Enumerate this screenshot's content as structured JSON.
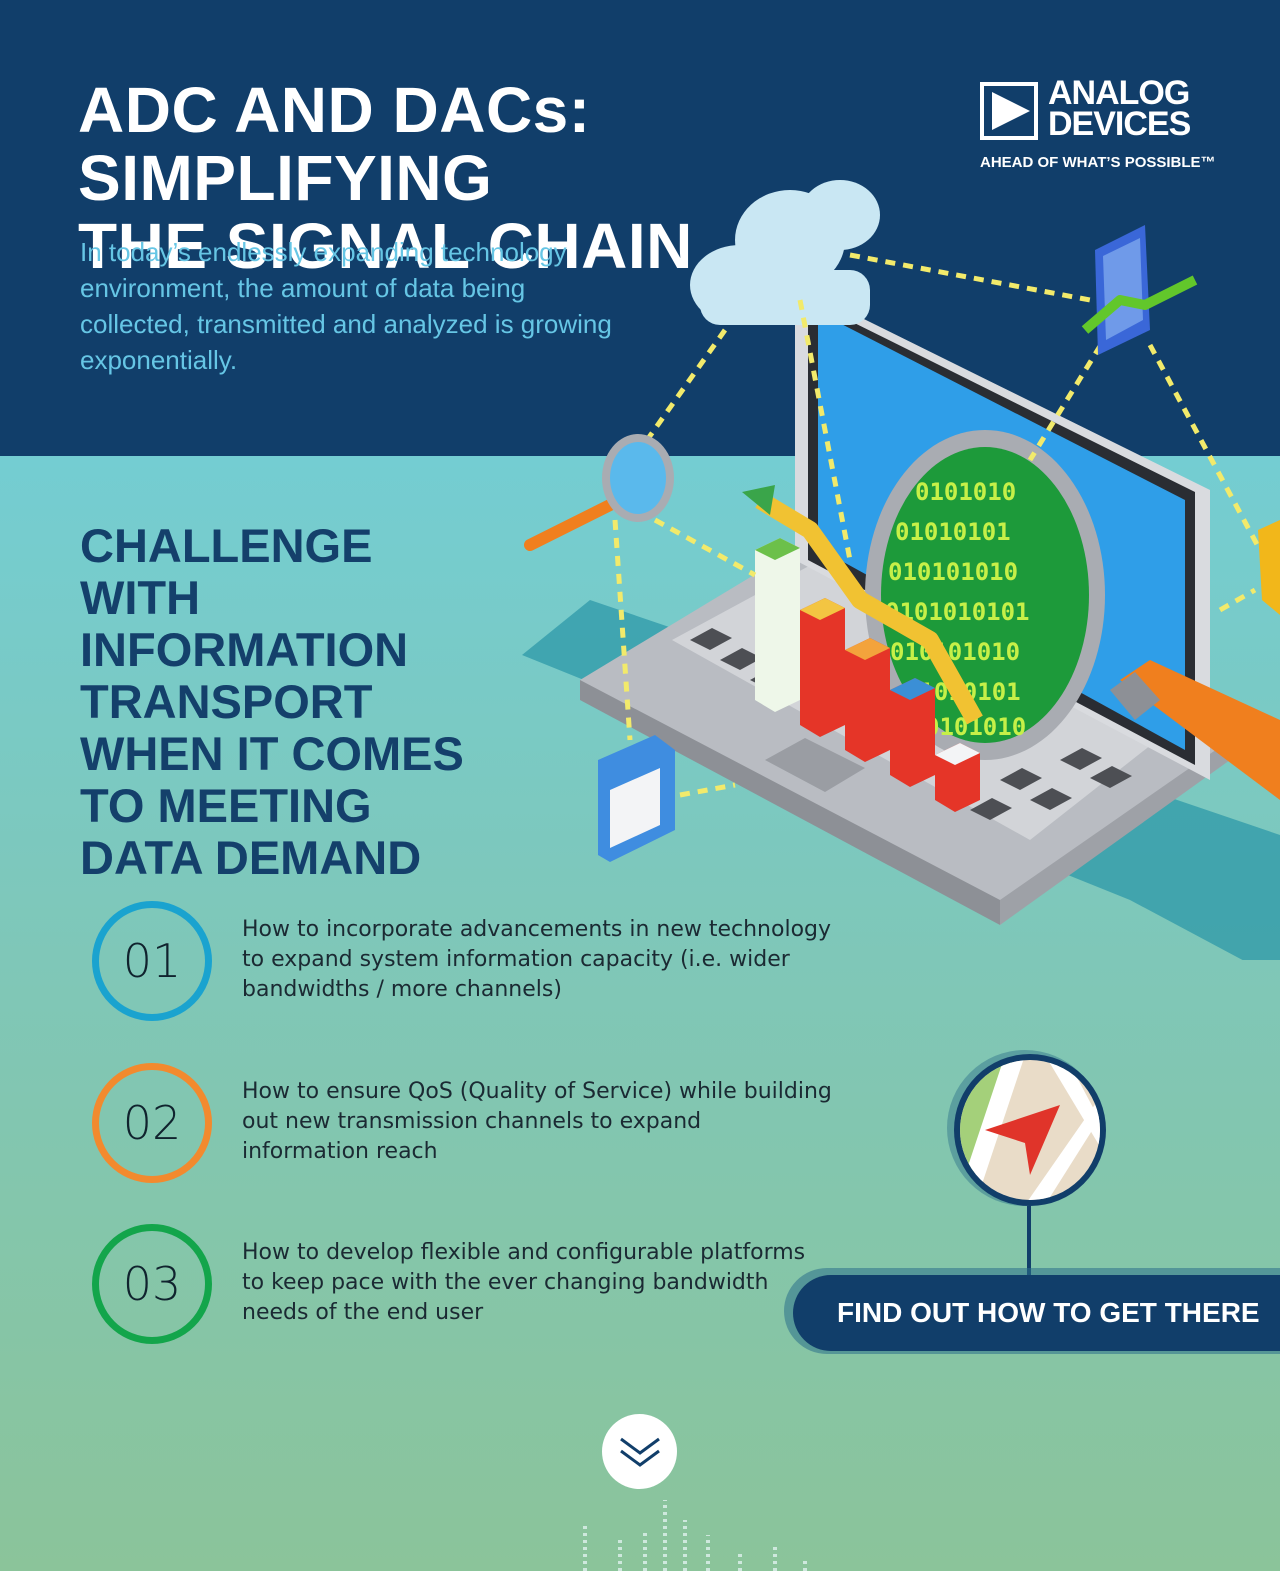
{
  "header": {
    "title_line1": "ADC AND DACs: SIMPLIFYING",
    "title_line2": "THE SIGNAL CHAIN",
    "intro": "In today’s endlessly expanding technology environment, the amount of data being collected, transmitted and analyzed is growing exponentially."
  },
  "logo": {
    "name_line1": "ANALOG",
    "name_line2": "DEVICES",
    "tagline": "AHEAD OF WHAT’S POSSIBLE™"
  },
  "challenge": {
    "lines": [
      "CHALLENGE WITH",
      "INFORMATION",
      "TRANSPORT",
      "WHEN IT COMES",
      "TO MEETING",
      "DATA DEMAND"
    ]
  },
  "illustration": {
    "binary_rows": [
      "0101010",
      "01010101",
      "010101010",
      "0101010101",
      "010101010",
      "01010101",
      "0101010"
    ]
  },
  "steps": [
    {
      "number": "01",
      "text": "How to incorporate advancements in new technology to expand system information capacity (i.e. wider bandwidths / more channels)",
      "color": "#1aa3cf"
    },
    {
      "number": "02",
      "text": "How to ensure QoS (Quality of Service) while building out new transmission channels to expand information reach",
      "color": "#f28a2e"
    },
    {
      "number": "03",
      "text": "How to develop flexible and configurable platforms to keep pace with the ever changing bandwidth needs of the end user",
      "color": "#13a54b"
    }
  ],
  "cta": {
    "label": "FIND OUT HOW TO GET THERE"
  },
  "colors": {
    "navy": "#113e6a",
    "teal": "#74cdd2",
    "accent_blue": "#66c6e5"
  },
  "icons": {
    "scroll": "chevron-down-icon",
    "map": "map-navigation-icon"
  }
}
